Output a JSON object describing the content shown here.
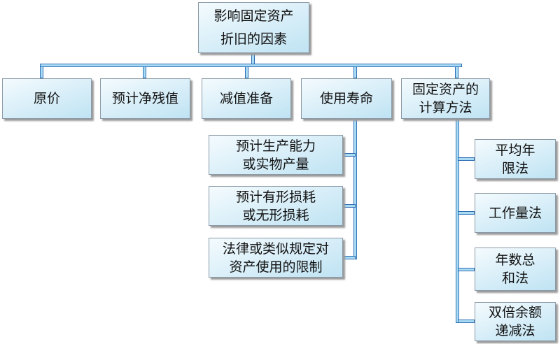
{
  "root": {
    "lines": [
      "影响固定资产",
      "折旧的因素"
    ]
  },
  "factors": [
    {
      "lines": [
        "原价"
      ]
    },
    {
      "lines": [
        "预计净残值"
      ]
    },
    {
      "lines": [
        "减值准备"
      ]
    },
    {
      "lines": [
        "使用寿命"
      ]
    },
    {
      "lines": [
        "固定资产的",
        "计算方法"
      ]
    }
  ],
  "useful_life_factors": [
    {
      "lines": [
        "预计生产能力",
        "或实物产量"
      ]
    },
    {
      "lines": [
        "预计有形损耗",
        "或无形损耗"
      ]
    },
    {
      "lines": [
        "法律或类似规定对",
        "资产使用的限制"
      ]
    }
  ],
  "methods": [
    {
      "lines": [
        "平均年",
        "限法"
      ]
    },
    {
      "lines": [
        "工作量法"
      ]
    },
    {
      "lines": [
        "年数总",
        "和法"
      ]
    },
    {
      "lines": [
        "双倍余额",
        "递减法"
      ]
    }
  ],
  "colors": {
    "box_fill_light": "#f4fbfe",
    "box_fill_dark": "#bfe3f3",
    "box_border": "#8b9aa6",
    "connector_fill": "#a9dcf4",
    "connector_edge": "#2f6fb4",
    "shadow": "#9c9c9c"
  }
}
